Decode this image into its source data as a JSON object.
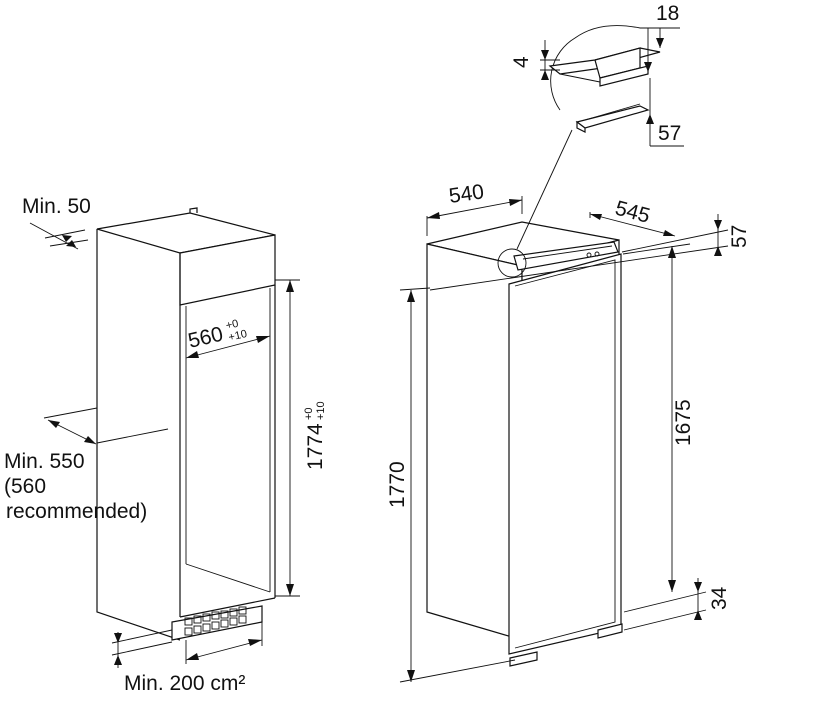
{
  "niche": {
    "top_clearance_label": "Min. 50",
    "width_label": "560",
    "width_tolerance_upper": "+0",
    "width_tolerance_lower": "+10",
    "height_label": "1774",
    "height_tolerance_upper": "+0",
    "height_tolerance_lower": "+10",
    "depth_label_line1": "Min. 550",
    "depth_label_line2": "(560",
    "depth_label_line3": "recommended)",
    "vent_label": "Min. 200 cm²"
  },
  "appliance": {
    "width_label": "540",
    "depth_label": "545",
    "top_offset_label": "57",
    "height_label": "1770",
    "door_height_label": "1675",
    "bottom_offset_label": "34"
  },
  "detail": {
    "thickness_label": "4",
    "width_label": "18",
    "height_label": "57"
  }
}
